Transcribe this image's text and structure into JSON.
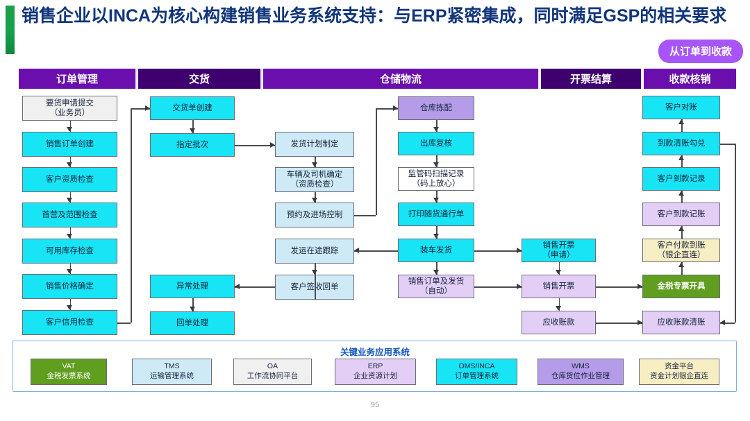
{
  "title": "销售企业以INCA为核心构建销售业务系统支持：与ERP紧密集成，同时满足GSP的相关要求",
  "badge": "从订单到收款",
  "page_number": "95",
  "colors": {
    "title_blue": "#11357a",
    "accent_green": "#17a04d",
    "badge_purple": "#a855f7",
    "band_purple": "#6a0fad",
    "band_purple_dark": "#3d006e",
    "cyan": "#17e4f5",
    "light_blue": "#cfeaf7",
    "lavender": "#e3cef5",
    "violet": "#b49ce8",
    "cream": "#f7eec4",
    "olive": "#5f9e1e",
    "gray": "#f0f0f0",
    "white": "#ffffff",
    "panel_border": "#7ab0e0",
    "sys_title_blue": "#1558c0"
  },
  "band": {
    "segments": [
      {
        "label": "订单管理",
        "fill": "#6a0fad"
      },
      {
        "label": "交货",
        "fill": "#3d006e"
      },
      {
        "label": "仓储物流",
        "fill": "#6a0fad"
      },
      {
        "label": "开票结算",
        "fill": "#3d006e"
      },
      {
        "label": "收款核销",
        "fill": "#6a0fad"
      }
    ]
  },
  "flow": {
    "order_management": [
      {
        "label": "要货申请提交\n（业务员）",
        "fill": "#f0f0f0"
      },
      {
        "label": "销售订单创建",
        "fill": "#17e4f5"
      },
      {
        "label": "客户资质检查",
        "fill": "#17e4f5"
      },
      {
        "label": "首营及范围检查",
        "fill": "#17e4f5"
      },
      {
        "label": "可用库存检查",
        "fill": "#17e4f5"
      },
      {
        "label": "销售价格确定",
        "fill": "#17e4f5"
      },
      {
        "label": "客户信用检查",
        "fill": "#17e4f5"
      }
    ],
    "delivery": [
      {
        "label": "交货单创建",
        "fill": "#17e4f5"
      },
      {
        "label": "指定批次",
        "fill": "#17e4f5"
      },
      {
        "label": "异常处理",
        "fill": "#17e4f5"
      },
      {
        "label": "回单处理",
        "fill": "#17e4f5"
      }
    ],
    "logistics_left": [
      {
        "label": "发货计划制定",
        "fill": "#cfeaf7"
      },
      {
        "label": "车辆及司机确定\n（资质检查）",
        "fill": "#cfeaf7"
      },
      {
        "label": "预约及进场控制",
        "fill": "#cfeaf7"
      },
      {
        "label": "发运在途跟踪",
        "fill": "#cfeaf7"
      },
      {
        "label": "客户签收回单",
        "fill": "#cfeaf7"
      }
    ],
    "logistics_right": [
      {
        "label": "仓库拣配",
        "fill": "#b49ce8"
      },
      {
        "label": "出库复核",
        "fill": "#17e4f5"
      },
      {
        "label": "监管码扫描记录\n（码上放心）",
        "fill": "#ffffff"
      },
      {
        "label": "打印随货通行单",
        "fill": "#17e4f5"
      },
      {
        "label": "装车发货",
        "fill": "#17e4f5"
      },
      {
        "label": "销售订单及发货\n（自动）",
        "fill": "#e3cef5"
      }
    ],
    "billing": [
      {
        "label": "销售开票\n（申请）",
        "fill": "#17e4f5"
      },
      {
        "label": "销售开票",
        "fill": "#e3cef5"
      },
      {
        "label": "应收账款",
        "fill": "#e3cef5"
      }
    ],
    "collection": [
      {
        "label": "客户对账",
        "fill": "#17e4f5"
      },
      {
        "label": "到款清账勾兑",
        "fill": "#17e4f5"
      },
      {
        "label": "客户到款记录",
        "fill": "#17e4f5"
      },
      {
        "label": "客户到款记账",
        "fill": "#e3cef5"
      },
      {
        "label": "客户付款到账\n（银企直连）",
        "fill": "#f7eec4"
      },
      {
        "label": "金税专票开具",
        "fill": "#5f9e1e"
      },
      {
        "label": "应收账款清账",
        "fill": "#e3cef5"
      }
    ]
  },
  "systems": {
    "title": "关键业务应用系统",
    "items": [
      {
        "name": "VAT",
        "desc": "金税发票系统",
        "fill": "#5f9e1e"
      },
      {
        "name": "TMS",
        "desc": "运输管理系统",
        "fill": "#cfeaf7"
      },
      {
        "name": "OA",
        "desc": "工作流协同平台",
        "fill": "#f0f0f0"
      },
      {
        "name": "ERP",
        "desc": "企业资源计划",
        "fill": "#e3cef5"
      },
      {
        "name": "OMS/INCA",
        "desc": "订单管理系统",
        "fill": "#17e4f5"
      },
      {
        "name": "WMS",
        "desc": "仓库货位作业管理",
        "fill": "#b49ce8"
      },
      {
        "name": "资金平台",
        "desc": "资金计划银企直连",
        "fill": "#f7eec4"
      }
    ]
  }
}
